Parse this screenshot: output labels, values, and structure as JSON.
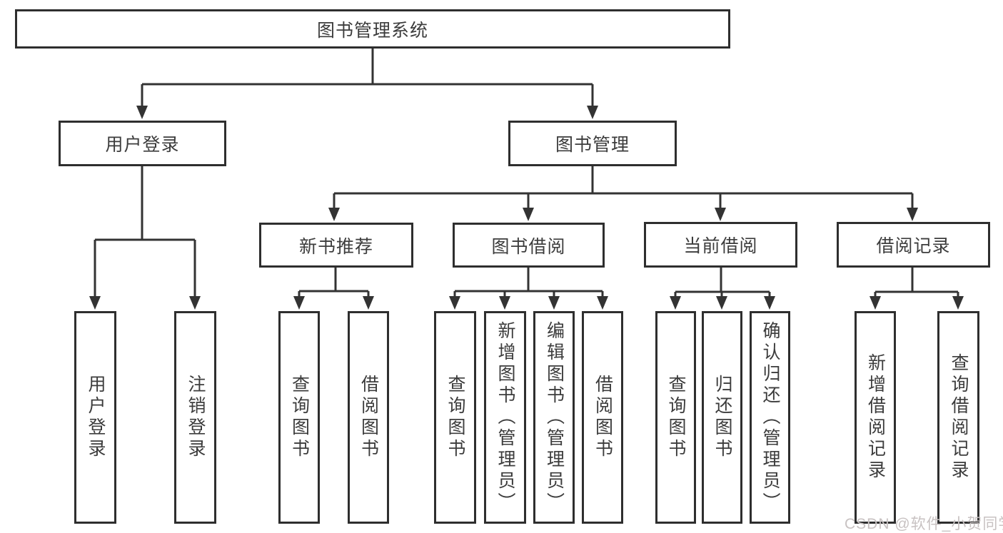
{
  "colors": {
    "line": "#333333",
    "border": "#2e2e2e",
    "text": "#3c3c3c",
    "watermark": "#c8c2c2",
    "background": "#ffffff"
  },
  "watermark": {
    "text": "CSDN @软件_小贺同学"
  },
  "tree": {
    "label": "图书管理系统",
    "children": [
      {
        "label": "用户登录",
        "children": [
          {
            "label": "用户登录"
          },
          {
            "label": "注销登录"
          }
        ]
      },
      {
        "label": "图书管理",
        "children": [
          {
            "label": "新书推荐",
            "children": [
              {
                "label": "查询图书"
              },
              {
                "label": "借阅图书"
              }
            ]
          },
          {
            "label": "图书借阅",
            "children": [
              {
                "label": "查询图书"
              },
              {
                "label": "新增图书（管理员）"
              },
              {
                "label": "编辑图书（管理员）"
              },
              {
                "label": "借阅图书"
              }
            ]
          },
          {
            "label": "当前借阅",
            "children": [
              {
                "label": "查询图书"
              },
              {
                "label": "归还图书"
              },
              {
                "label": "确认归还（管理员）"
              }
            ]
          },
          {
            "label": "借阅记录",
            "children": [
              {
                "label": "新增借阅记录"
              },
              {
                "label": "查询借阅记录"
              }
            ]
          }
        ]
      }
    ]
  }
}
